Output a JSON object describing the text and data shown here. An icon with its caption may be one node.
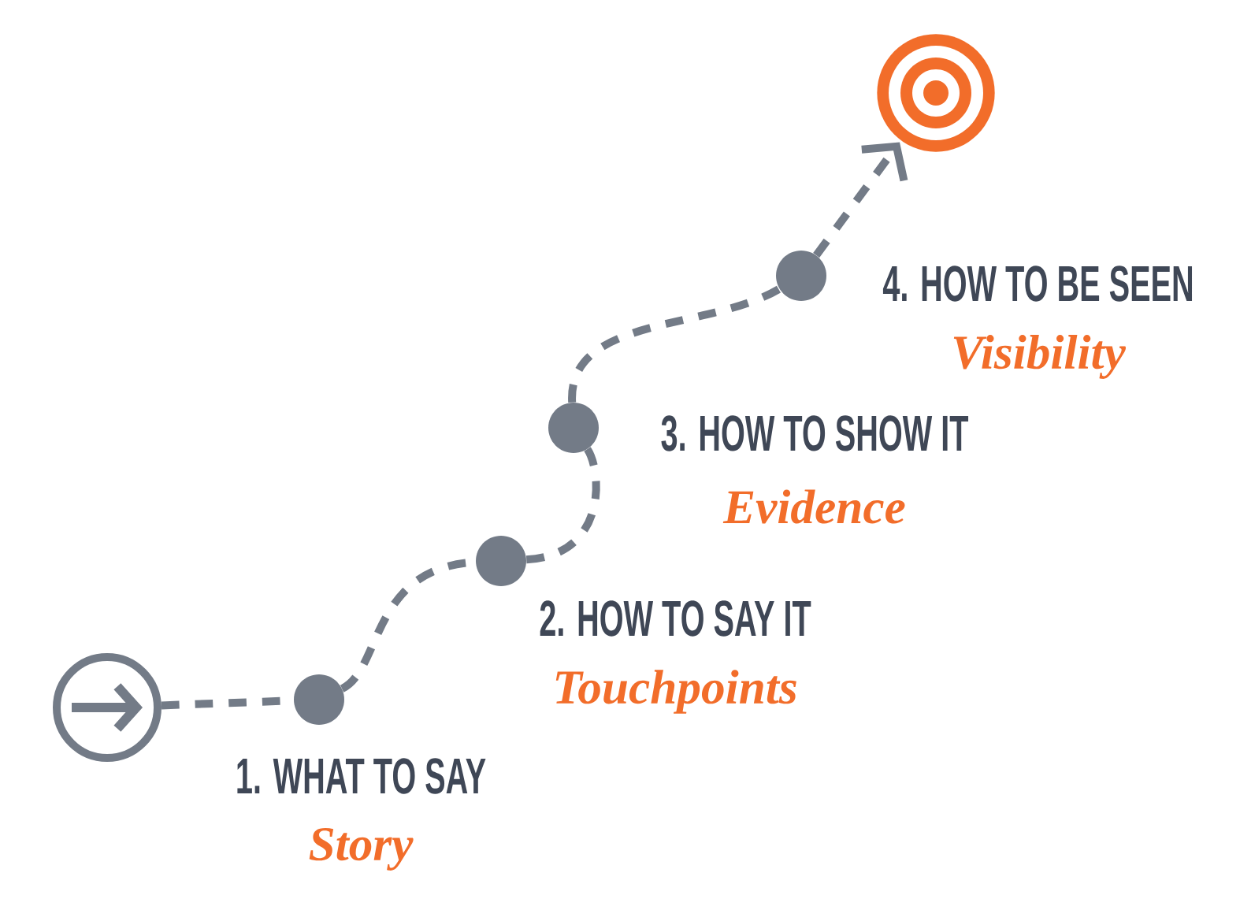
{
  "diagram": {
    "nodes": [
      {
        "text": [],
        "shape": "circle"
      },
      {
        "text": [],
        "shape": "circle",
        "beside": [
          "1. WHAT TO SAY",
          "Story"
        ]
      },
      {
        "text": [],
        "shape": "circle",
        "beside": [
          "2. HOW TO SAY IT",
          "Touchpoints"
        ]
      },
      {
        "text": [],
        "shape": "circle",
        "beside": [
          "3. HOW TO SHOW IT",
          "Evidence"
        ]
      },
      {
        "text": [],
        "shape": "circle",
        "beside": [
          "4. HOW TO BE SEEN",
          "Visibility"
        ]
      },
      {
        "text": [],
        "shape": "circle"
      }
    ],
    "edges": [
      {
        "from": 0,
        "to": 1,
        "arrow": "none",
        "style": "dashed"
      },
      {
        "from": 1,
        "to": 2,
        "arrow": "none",
        "style": "dashed"
      },
      {
        "from": 2,
        "to": 3,
        "arrow": "none",
        "style": "dashed"
      },
      {
        "from": 3,
        "to": 4,
        "arrow": "none",
        "style": "dashed"
      },
      {
        "from": 4,
        "to": 5,
        "arrow": "to",
        "style": "dashed"
      }
    ]
  }
}
